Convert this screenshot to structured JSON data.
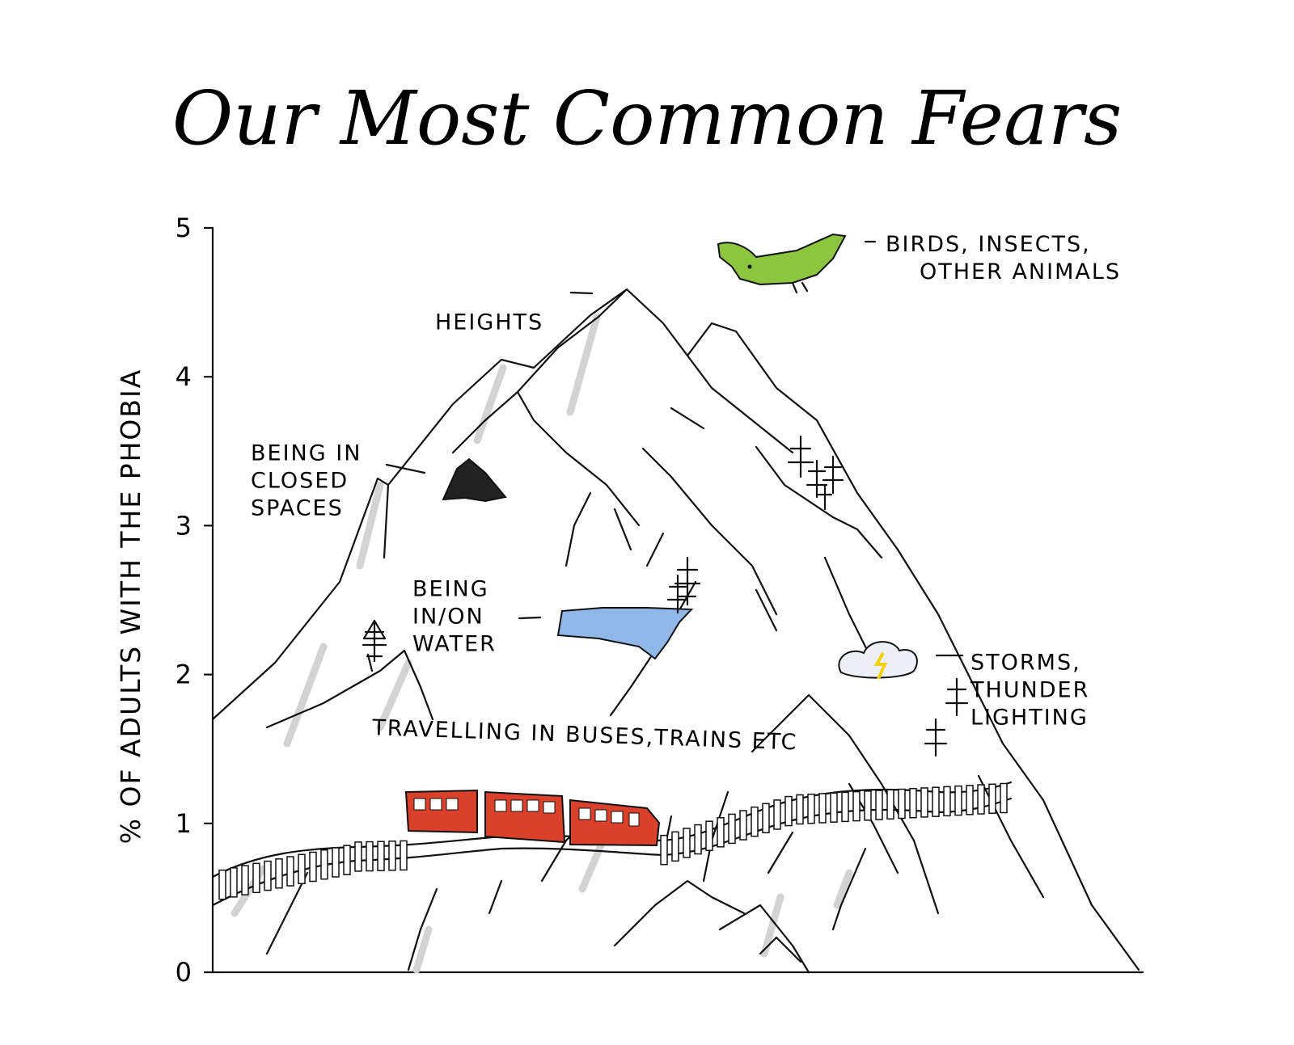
{
  "chart_data": {
    "type": "illustrated",
    "title": "Our Most Common Fears",
    "ylabel": "% OF ADULTS WITH THE PHOBIA",
    "ylim": [
      0,
      5
    ],
    "yticks": [
      "0",
      "1",
      "2",
      "3",
      "4",
      "5"
    ],
    "points": [
      {
        "label": "BIRDS, INSECTS,\nOTHER ANIMALS",
        "value": 4.8
      },
      {
        "label": "HEIGHTS",
        "value": 4.4
      },
      {
        "label": "BEING IN\nCLOSED\nSPACES",
        "value": 3.2
      },
      {
        "label": "BEING\nIN/ON\nWATER",
        "value": 2.3
      },
      {
        "label": "STORMS,\nTHUNDER\nLIGHTING",
        "value": 2.0
      },
      {
        "label": "TRAVELLING IN BUSES,TRAINS ETC",
        "value": 1.4
      }
    ],
    "colors": {
      "ink": "#111111",
      "bird": "#8cc63f",
      "water": "#8fb8e8",
      "train": "#d9412b",
      "cloud": "#eef0f8",
      "bolt": "#f5d10c",
      "shade": "#d3d3d3"
    }
  }
}
